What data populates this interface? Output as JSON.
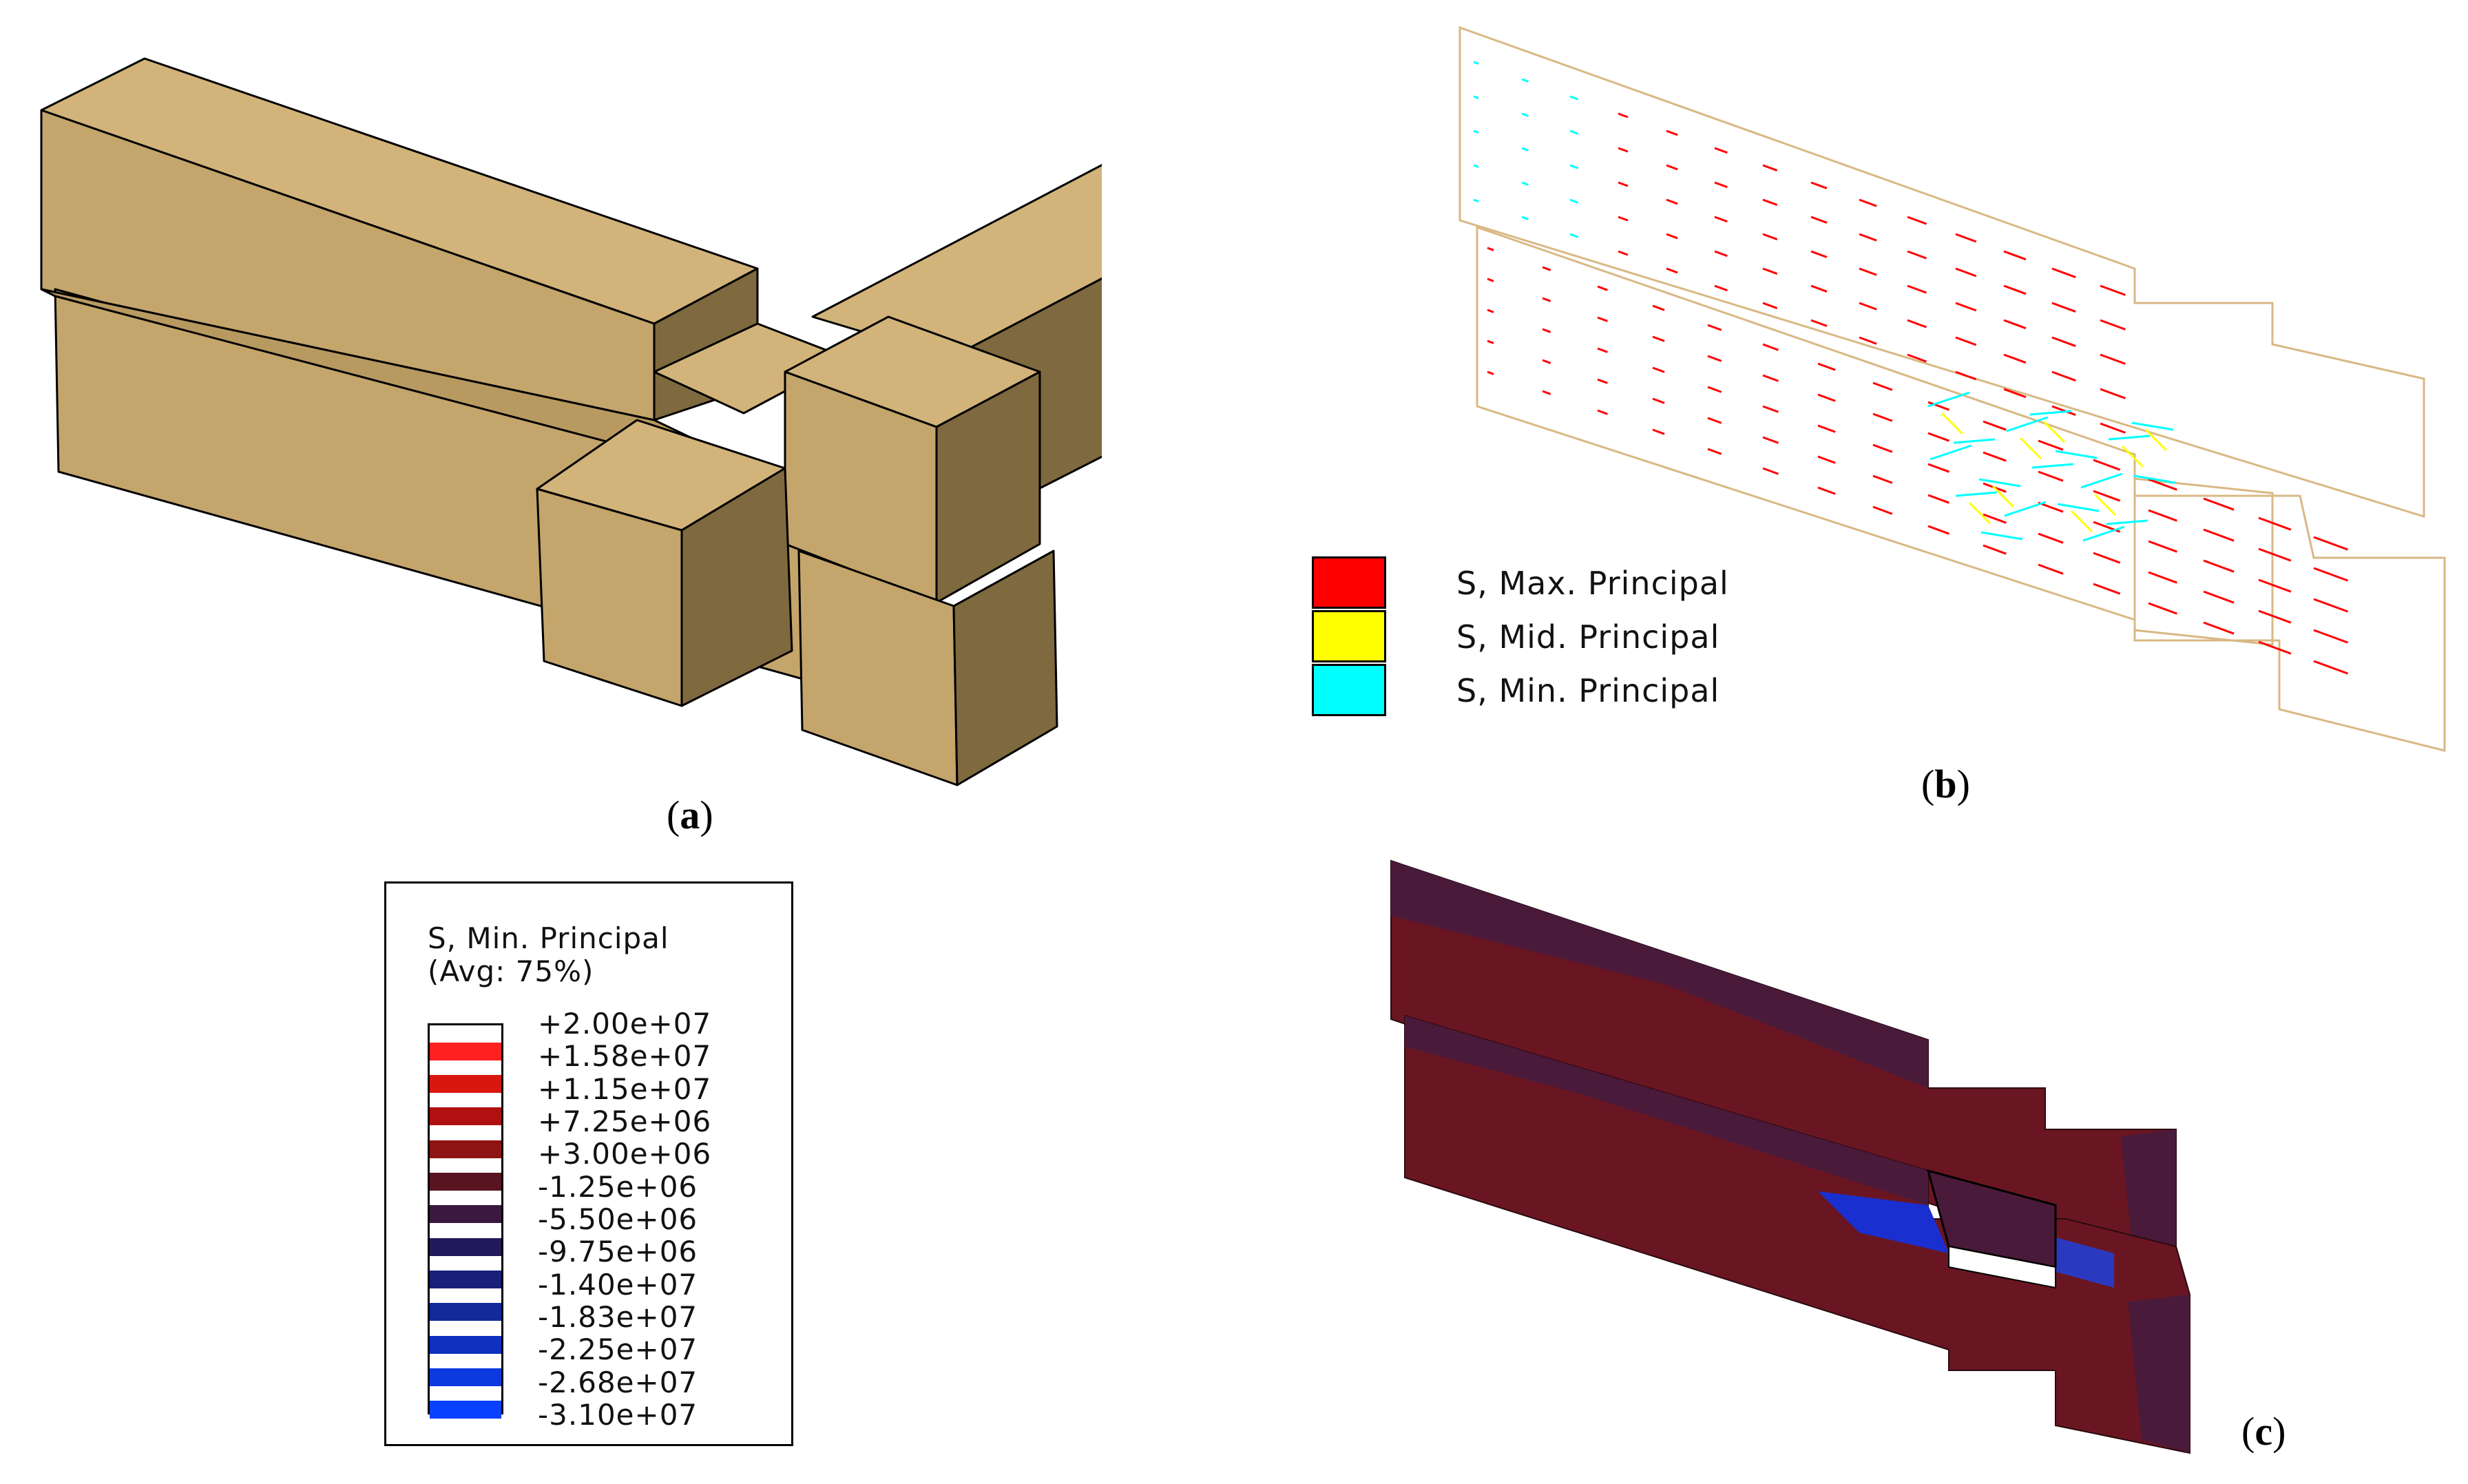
{
  "captions": {
    "a": "a",
    "b": "b",
    "c": "c"
  },
  "legend_b": {
    "items": [
      {
        "label": "S, Max. Principal",
        "color": "#ff0000"
      },
      {
        "label": "S, Mid. Principal",
        "color": "#ffff00"
      },
      {
        "label": "S, Min. Principal",
        "color": "#00ffff"
      }
    ]
  },
  "legend_c": {
    "title": "S, Min. Principal",
    "subtitle": "(Avg: 75%)",
    "ticks": [
      "+2.00e+07",
      "+1.58e+07",
      "+1.15e+07",
      "+7.25e+06",
      "+3.00e+06",
      "-1.25e+06",
      "-5.50e+06",
      "-9.75e+06",
      "-1.40e+07",
      "-1.83e+07",
      "-2.25e+07",
      "-2.68e+07",
      "-3.10e+07"
    ],
    "band_colors": [
      "#ff2020",
      "#d81810",
      "#b01010",
      "#8e1414",
      "#5a1420",
      "#3a1840",
      "#221a5a",
      "#18207a",
      "#122a9a",
      "#1030c0",
      "#0c3ae0",
      "#0a40ff"
    ]
  },
  "colors": {
    "wood_top": "#d2b37a",
    "wood_front": "#c4a56b",
    "wood_side": "#7f693e",
    "plate_outline": "#d9b884",
    "contour_main": "#6a1622",
    "contour_mid": "#4a1a3a",
    "contour_blue": "#1a2fd0"
  }
}
